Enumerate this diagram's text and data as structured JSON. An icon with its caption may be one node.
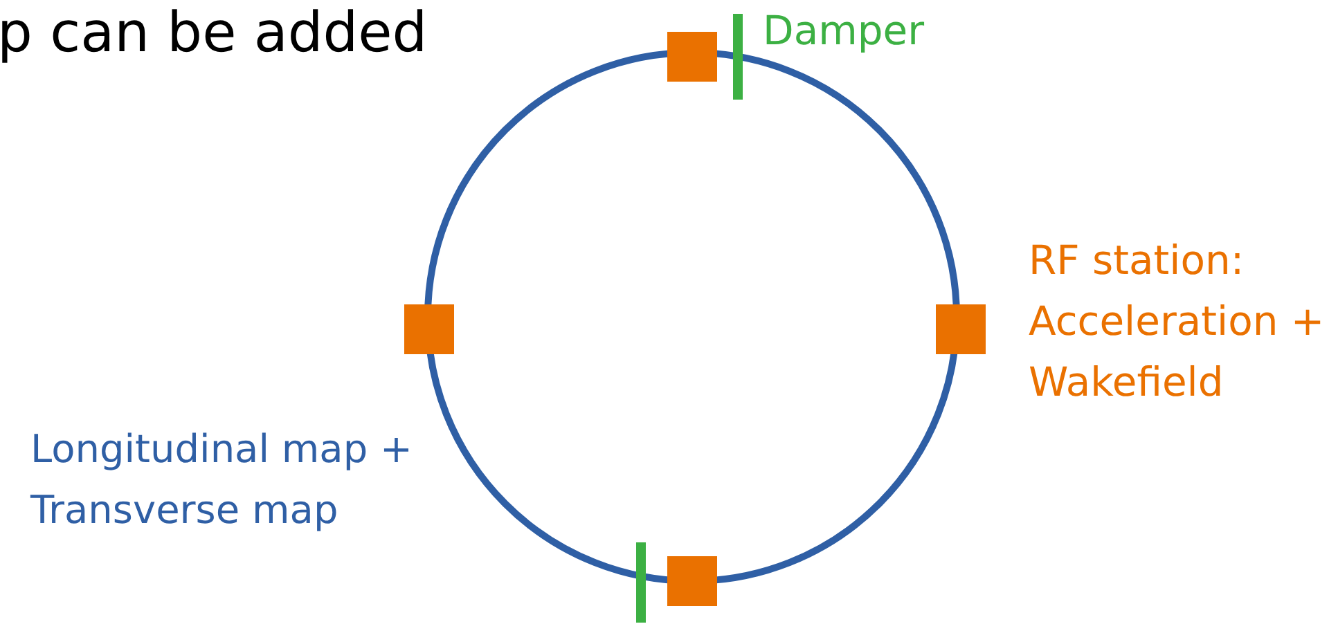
{
  "diagram": {
    "labels": [
      "p can be added",
      "Damper",
      "RF station: Acceleration + Wakefield",
      "Longitudinal map + Transverse map"
    ]
  }
}
